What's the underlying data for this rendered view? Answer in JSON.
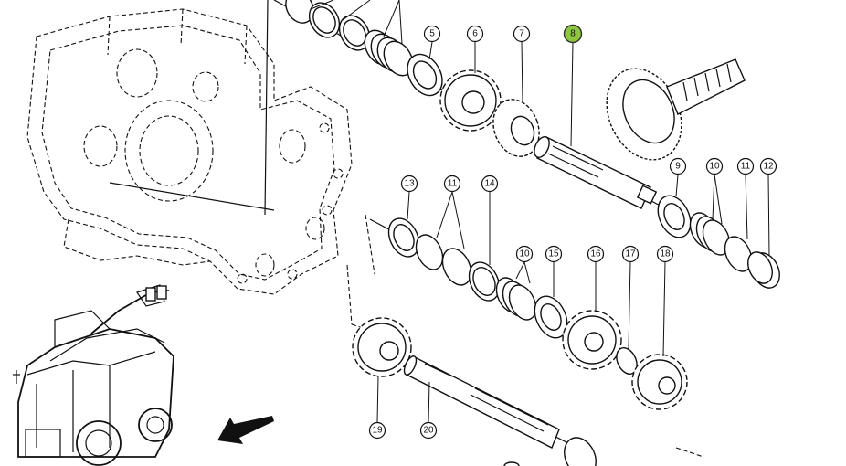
{
  "diagram": {
    "highlight_color": "#8dc63f",
    "direction_icon": "arrow-down-left-icon",
    "callouts": [
      {
        "label": "5",
        "highlighted": false
      },
      {
        "label": "6",
        "highlighted": false
      },
      {
        "label": "7",
        "highlighted": false
      },
      {
        "label": "8",
        "highlighted": true
      },
      {
        "label": "9",
        "highlighted": false
      },
      {
        "label": "10",
        "highlighted": false
      },
      {
        "label": "11",
        "highlighted": false
      },
      {
        "label": "12",
        "highlighted": false
      },
      {
        "label": "13",
        "highlighted": false
      },
      {
        "label": "11",
        "highlighted": false
      },
      {
        "label": "14",
        "highlighted": false
      },
      {
        "label": "10",
        "highlighted": false
      },
      {
        "label": "15",
        "highlighted": false
      },
      {
        "label": "16",
        "highlighted": false
      },
      {
        "label": "17",
        "highlighted": false
      },
      {
        "label": "18",
        "highlighted": false
      },
      {
        "label": "19",
        "highlighted": false
      },
      {
        "label": "20",
        "highlighted": false
      }
    ]
  }
}
